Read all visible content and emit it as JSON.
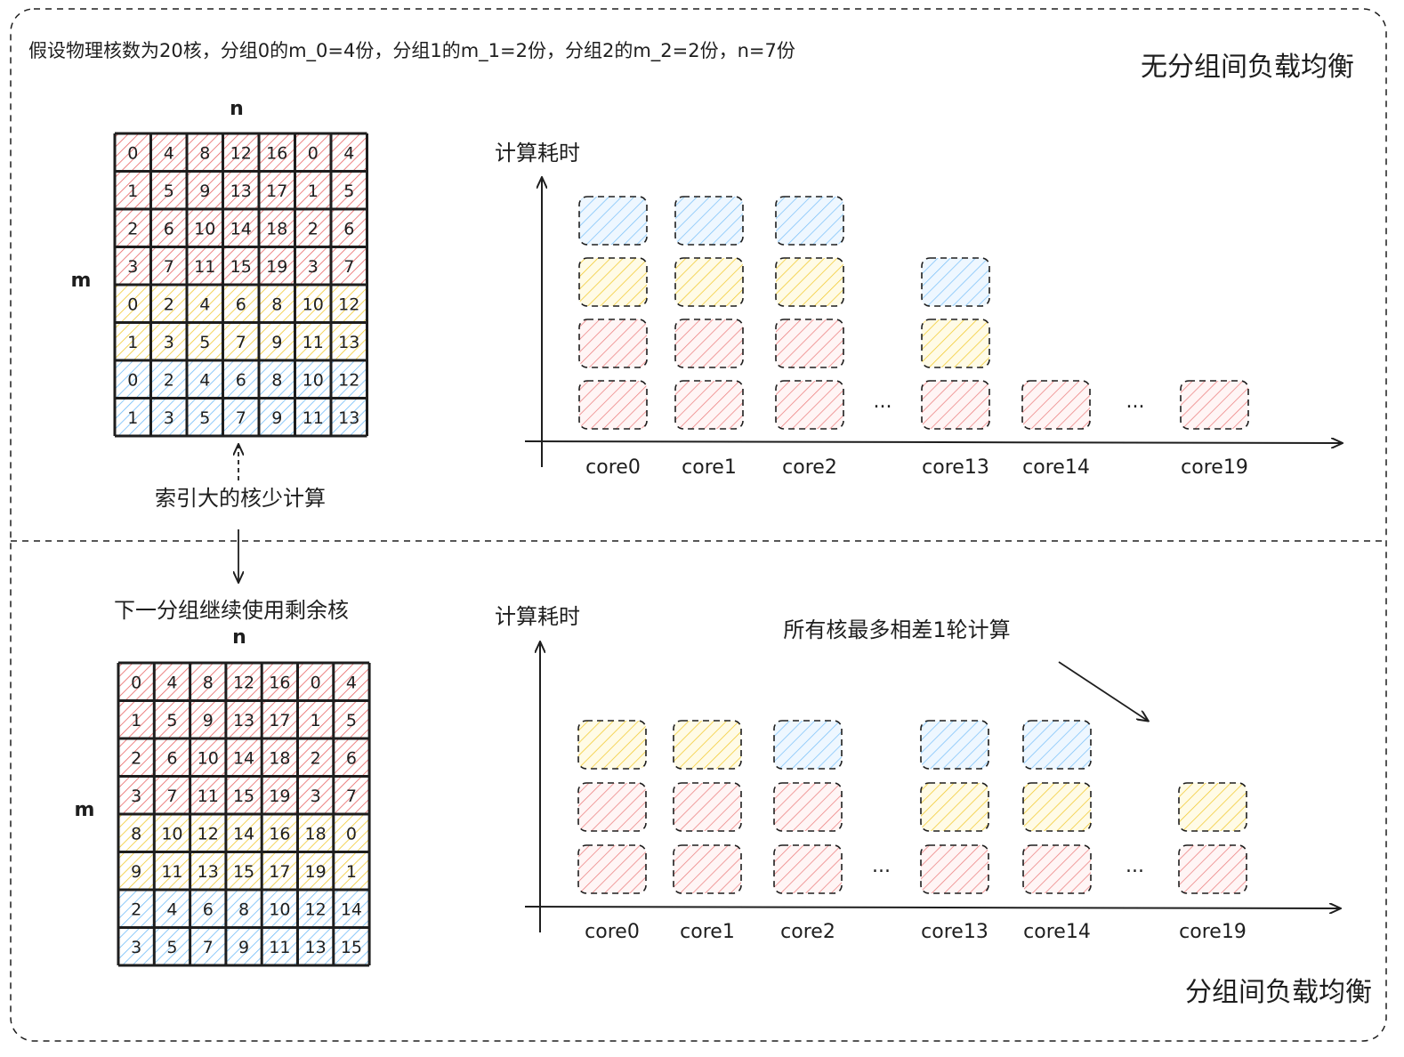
{
  "header_note": "假设物理核数为20核，分组0的m_0=4份，分组1的m_1=2份，分组2的m_2=2份，n=7份",
  "colors": {
    "red": "#e03131",
    "yellow": "#f0c419",
    "blue": "#4dabf7",
    "stroke": "#1e1e1e"
  },
  "top": {
    "section_title": "无分组间负载均衡",
    "axis_n": "n",
    "axis_m": "m",
    "annotation": "索引大的核少计算",
    "grid": [
      [
        "0",
        "4",
        "8",
        "12",
        "16",
        "0",
        "4"
      ],
      [
        "1",
        "5",
        "9",
        "13",
        "17",
        "1",
        "5"
      ],
      [
        "2",
        "6",
        "10",
        "14",
        "18",
        "2",
        "6"
      ],
      [
        "3",
        "7",
        "11",
        "15",
        "19",
        "3",
        "7"
      ],
      [
        "0",
        "2",
        "4",
        "6",
        "8",
        "10",
        "12"
      ],
      [
        "1",
        "3",
        "5",
        "7",
        "9",
        "11",
        "13"
      ],
      [
        "0",
        "2",
        "4",
        "6",
        "8",
        "10",
        "12"
      ],
      [
        "1",
        "3",
        "5",
        "7",
        "9",
        "11",
        "13"
      ]
    ],
    "row_groups": [
      "red",
      "red",
      "red",
      "red",
      "yellow",
      "yellow",
      "blue",
      "blue"
    ],
    "chart_data": {
      "type": "bar",
      "ylabel": "计算耗时",
      "categories": [
        "core0",
        "core1",
        "core2",
        "core13",
        "core14",
        "core19"
      ],
      "series": [
        {
          "values": [
            2,
            2,
            2,
            1,
            1,
            1
          ],
          "color": "red"
        },
        {
          "values": [
            1,
            1,
            1,
            1,
            0,
            0
          ],
          "color": "yellow"
        },
        {
          "values": [
            1,
            1,
            1,
            1,
            0,
            0
          ],
          "color": "blue"
        }
      ],
      "ellipsis": "...",
      "ellipsis_after": [
        "core2",
        "core14"
      ]
    }
  },
  "bottom": {
    "section_title": "分组间负载均衡",
    "axis_n": "n",
    "axis_m": "m",
    "annotation": "下一分组继续使用剩余核",
    "chart_annotation": "所有核最多相差1轮计算",
    "grid": [
      [
        "0",
        "4",
        "8",
        "12",
        "16",
        "0",
        "4"
      ],
      [
        "1",
        "5",
        "9",
        "13",
        "17",
        "1",
        "5"
      ],
      [
        "2",
        "6",
        "10",
        "14",
        "18",
        "2",
        "6"
      ],
      [
        "3",
        "7",
        "11",
        "15",
        "19",
        "3",
        "7"
      ],
      [
        "8",
        "10",
        "12",
        "14",
        "16",
        "18",
        "0"
      ],
      [
        "9",
        "11",
        "13",
        "15",
        "17",
        "19",
        "1"
      ],
      [
        "2",
        "4",
        "6",
        "8",
        "10",
        "12",
        "14"
      ],
      [
        "3",
        "5",
        "7",
        "9",
        "11",
        "13",
        "15"
      ]
    ],
    "row_groups": [
      "red",
      "red",
      "red",
      "red",
      "yellow",
      "yellow",
      "blue",
      "blue"
    ],
    "chart_data": {
      "type": "bar",
      "ylabel": "计算耗时",
      "categories": [
        "core0",
        "core1",
        "core2",
        "core13",
        "core14",
        "core19"
      ],
      "series": [
        {
          "values": [
            2,
            2,
            2,
            1,
            1,
            1
          ],
          "color": "red"
        },
        {
          "values": [
            1,
            1,
            0,
            1,
            1,
            1
          ],
          "color": "yellow"
        },
        {
          "values": [
            0,
            0,
            1,
            1,
            1,
            0
          ],
          "color": "blue"
        }
      ],
      "ellipsis": "...",
      "ellipsis_after": [
        "core2",
        "core14"
      ]
    }
  }
}
